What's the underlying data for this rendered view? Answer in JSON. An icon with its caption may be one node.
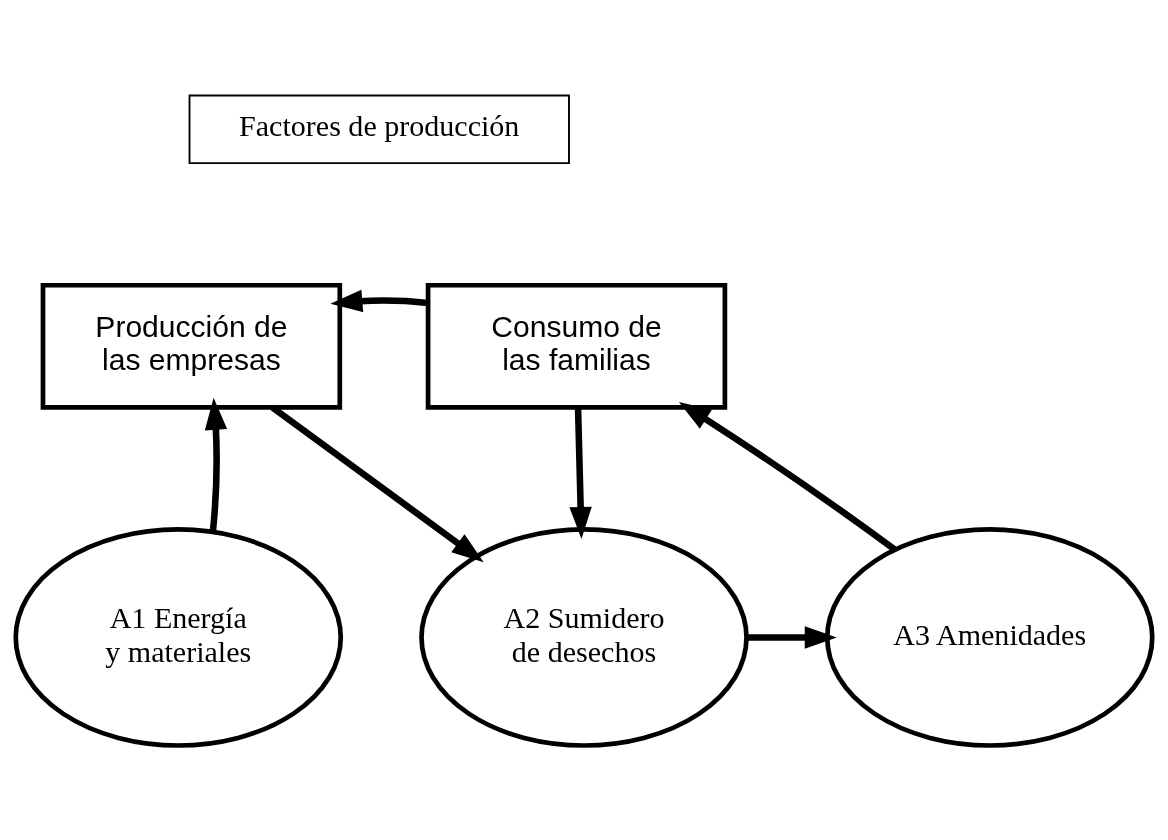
{
  "diagram": {
    "nodes": [
      {
        "text": [
          "Factores de producción"
        ]
      },
      {
        "text": [
          "Producción de las empresas"
        ]
      },
      {
        "text": [
          "Consumo de las familias"
        ]
      },
      {
        "text": [
          "A1 Energía y materiales"
        ]
      },
      {
        "text": [
          "A2 Sumidero de desechos"
        ]
      },
      {
        "text": [
          "A3 Amenidades"
        ]
      }
    ],
    "edges": [
      {
        "from": 2,
        "to": 1,
        "arrow": "to"
      },
      {
        "from": 3,
        "to": 1,
        "arrow": "to"
      },
      {
        "from": 1,
        "to": 4,
        "arrow": "to"
      },
      {
        "from": 2,
        "to": 4,
        "arrow": "to"
      },
      {
        "from": 4,
        "to": 5,
        "arrow": "to"
      },
      {
        "from": 5,
        "to": 2,
        "arrow": "to"
      }
    ]
  }
}
